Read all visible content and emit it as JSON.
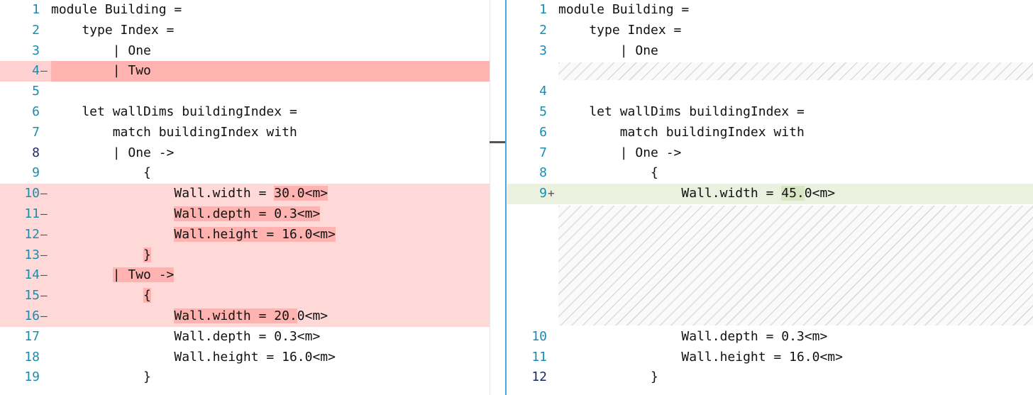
{
  "left": {
    "lines": [
      {
        "num": "1",
        "mark": "",
        "text": "module Building =",
        "state": "normal"
      },
      {
        "num": "2",
        "mark": "",
        "text": "    type Index =",
        "state": "normal"
      },
      {
        "num": "3",
        "mark": "",
        "text": "        | One",
        "state": "normal"
      },
      {
        "num": "4",
        "mark": "—",
        "text": "        | Two",
        "state": "removed-full"
      },
      {
        "num": "5",
        "mark": "",
        "text": "",
        "state": "normal"
      },
      {
        "num": "6",
        "mark": "",
        "text": "    let wallDims buildingIndex =",
        "state": "normal"
      },
      {
        "num": "7",
        "mark": "",
        "text": "        match buildingIndex with",
        "state": "normal"
      },
      {
        "num": "8",
        "mark": "",
        "text": "        | One ->",
        "state": "normal",
        "dark": true
      },
      {
        "num": "9",
        "mark": "",
        "text": "            {",
        "state": "normal"
      },
      {
        "num": "10",
        "mark": "—",
        "pre": "                Wall.width = ",
        "hl": "30.0<m>",
        "post": "",
        "state": "removed"
      },
      {
        "num": "11",
        "mark": "—",
        "pre": "                ",
        "hl": "Wall.depth = 0.3<m>",
        "post": "",
        "state": "removed"
      },
      {
        "num": "12",
        "mark": "—",
        "pre": "                ",
        "hl": "Wall.height = 16.0<m>",
        "post": "",
        "state": "removed"
      },
      {
        "num": "13",
        "mark": "—",
        "pre": "            ",
        "hl": "}",
        "post": "",
        "state": "removed"
      },
      {
        "num": "14",
        "mark": "—",
        "pre": "        ",
        "hl": "| Two ->",
        "post": "",
        "state": "removed"
      },
      {
        "num": "15",
        "mark": "—",
        "pre": "            ",
        "hl": "{",
        "post": "",
        "state": "removed"
      },
      {
        "num": "16",
        "mark": "—",
        "pre": "                ",
        "hl": "Wall.width = 20.",
        "post": "0<m>",
        "state": "removed"
      },
      {
        "num": "17",
        "mark": "",
        "text": "                Wall.depth = 0.3<m>",
        "state": "normal"
      },
      {
        "num": "18",
        "mark": "",
        "text": "                Wall.height = 16.0<m>",
        "state": "normal"
      },
      {
        "num": "19",
        "mark": "",
        "text": "            }",
        "state": "normal"
      }
    ]
  },
  "right": {
    "lines": [
      {
        "num": "1",
        "mark": "",
        "text": "module Building =",
        "state": "normal"
      },
      {
        "num": "2",
        "mark": "",
        "text": "    type Index =",
        "state": "normal"
      },
      {
        "num": "3",
        "mark": "",
        "text": "        | One",
        "state": "normal"
      },
      {
        "num": "",
        "mark": "",
        "text": "",
        "state": "gap"
      },
      {
        "num": "4",
        "mark": "",
        "text": "",
        "state": "normal"
      },
      {
        "num": "5",
        "mark": "",
        "text": "    let wallDims buildingIndex =",
        "state": "normal"
      },
      {
        "num": "6",
        "mark": "",
        "text": "        match buildingIndex with",
        "state": "normal"
      },
      {
        "num": "7",
        "mark": "",
        "text": "        | One ->",
        "state": "normal"
      },
      {
        "num": "8",
        "mark": "",
        "text": "            {",
        "state": "normal"
      },
      {
        "num": "9",
        "mark": "+",
        "pre": "                Wall.width = ",
        "hl": "45.",
        "post": "0<m>",
        "state": "added"
      },
      {
        "num": "",
        "mark": "",
        "text": "",
        "state": "gap"
      },
      {
        "num": "",
        "mark": "",
        "text": "",
        "state": "gap"
      },
      {
        "num": "",
        "mark": "",
        "text": "",
        "state": "gap"
      },
      {
        "num": "",
        "mark": "",
        "text": "",
        "state": "gap"
      },
      {
        "num": "",
        "mark": "",
        "text": "",
        "state": "gap"
      },
      {
        "num": "",
        "mark": "",
        "text": "",
        "state": "gap"
      },
      {
        "num": "10",
        "mark": "",
        "text": "                Wall.depth = 0.3<m>",
        "state": "normal"
      },
      {
        "num": "11",
        "mark": "",
        "text": "                Wall.height = 16.0<m>",
        "state": "normal"
      },
      {
        "num": "12",
        "mark": "",
        "text": "            }",
        "state": "normal",
        "dark": true
      }
    ]
  }
}
